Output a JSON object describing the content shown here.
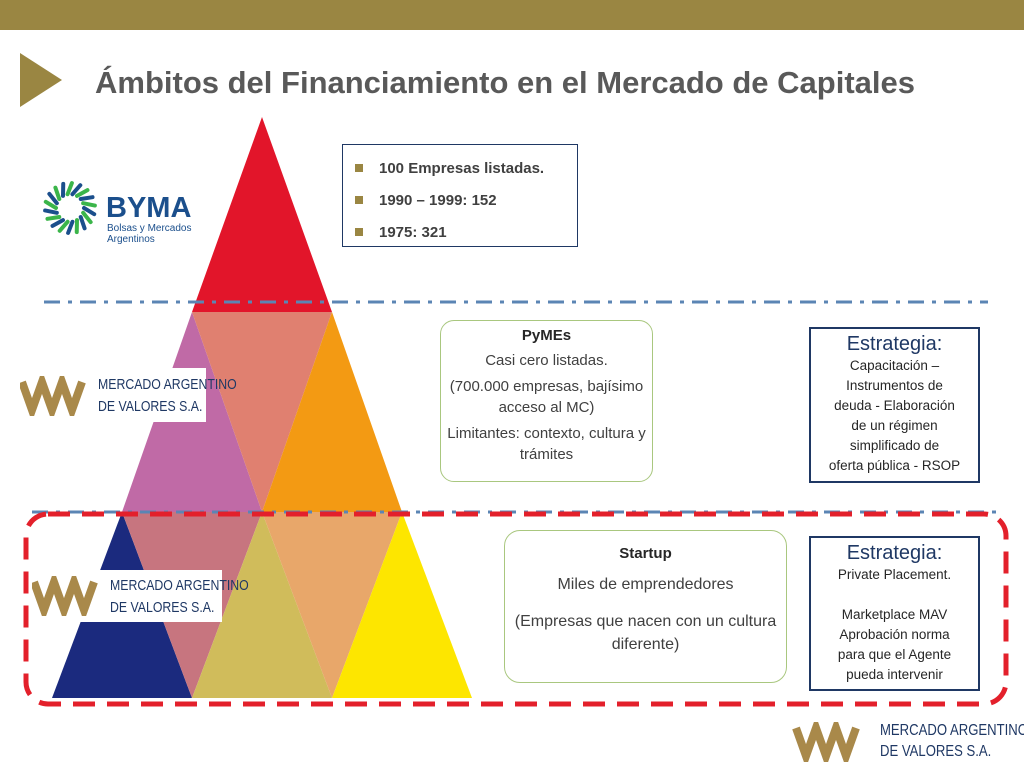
{
  "colors": {
    "topbar": "#9a8642",
    "title": "#595959",
    "accent_gold": "#9a8642",
    "box_border_navy": "#1f3864",
    "box_border_green": "#a9c77f",
    "dash_blue": "#5b85b4",
    "dash_red": "#e3202b",
    "red": "#e2152a",
    "salmon": "#e08070",
    "orange": "#f39a13",
    "pink": "#c06aa6",
    "navy": "#1b2a7e",
    "mauve": "#c7757f",
    "olive": "#d0bc5b",
    "peach": "#e8a76a",
    "yellow": "#fde600",
    "byma_blue": "#1b4f8c",
    "byma_green": "#3bb54a",
    "mav_gold": "#a9894a"
  },
  "title": "Ámbitos del Financiamiento en el Mercado de Capitales",
  "logos": {
    "byma": {
      "name": "BYMA",
      "sub": "Bolsas y Mercados\nArgentinos"
    },
    "mav": {
      "line1": "MERCADO ARGENTINO",
      "line2": "DE VALORES S.A."
    }
  },
  "byma_box": {
    "items": [
      "100 Empresas listadas.",
      "1990 – 1999: 152",
      "1975: 321"
    ]
  },
  "pymes_box": {
    "heading": "PyMEs",
    "line1": "Casi cero listadas.",
    "line2": "(700.000 empresas, bajísimo acceso al MC)",
    "line3": "Limitantes: contexto, cultura y trámites"
  },
  "startup_box": {
    "heading": "Startup",
    "line1": "Miles de emprendedores",
    "line2": "(Empresas que nacen con un cultura diferente)"
  },
  "strategy1": {
    "heading": "Estrategia:",
    "body": "Capacitación –\nInstrumentos de\ndeuda - Elaboración\nde un régimen\nsimplificado de\noferta pública - RSOP"
  },
  "strategy2": {
    "heading": "Estrategia:",
    "body": "Private Placement.\n\nMarketplace MAV\nAprobación norma\npara que el Agente\npueda intervenir"
  }
}
